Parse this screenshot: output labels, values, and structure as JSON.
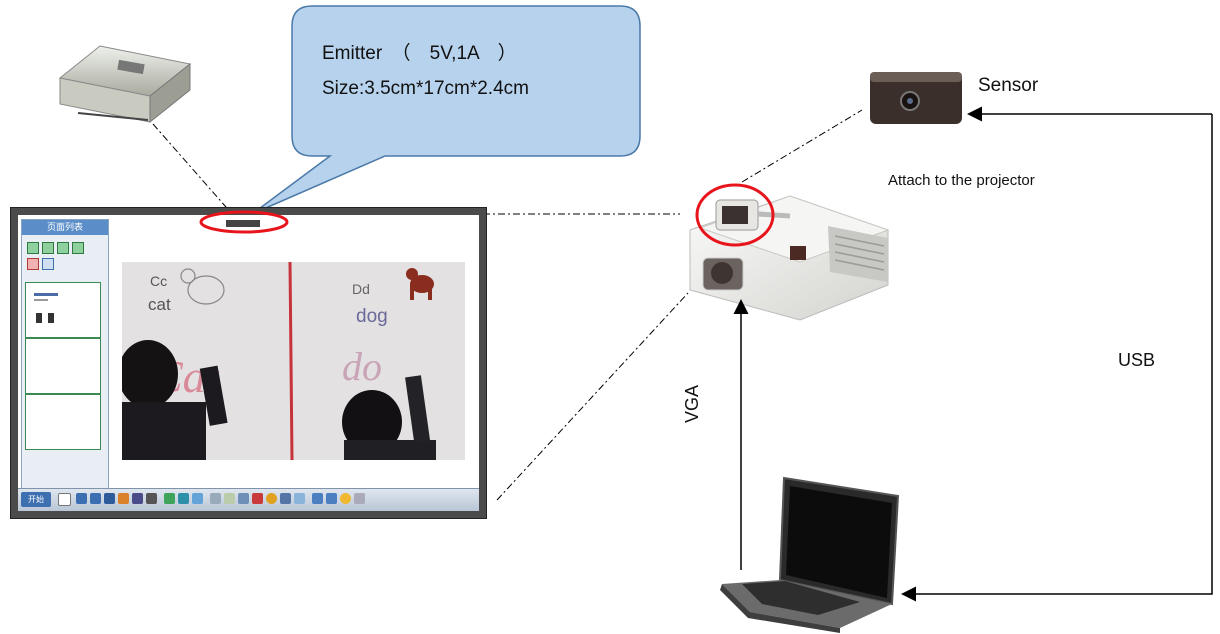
{
  "callout": {
    "line1": "Emitter　（　5V,1A　）",
    "line2": "Size:3.5cm*17cm*2.4cm"
  },
  "labels": {
    "sensor": "Sensor",
    "attach": "Attach to the projector",
    "usb": "USB",
    "vga": "VGA"
  },
  "whiteboard": {
    "panel_title": "页面列表",
    "start_button": "开始",
    "letters_left": "Cc",
    "word_left": "cat",
    "letters_right": "Dd",
    "word_right": "dog",
    "handwriting_left": "Cat",
    "handwriting_right": "do"
  },
  "colors": {
    "callout_fill": "#b7d2ec",
    "callout_border": "#4a78a8",
    "highlight": "#e8141c",
    "arrow": "#000000"
  }
}
